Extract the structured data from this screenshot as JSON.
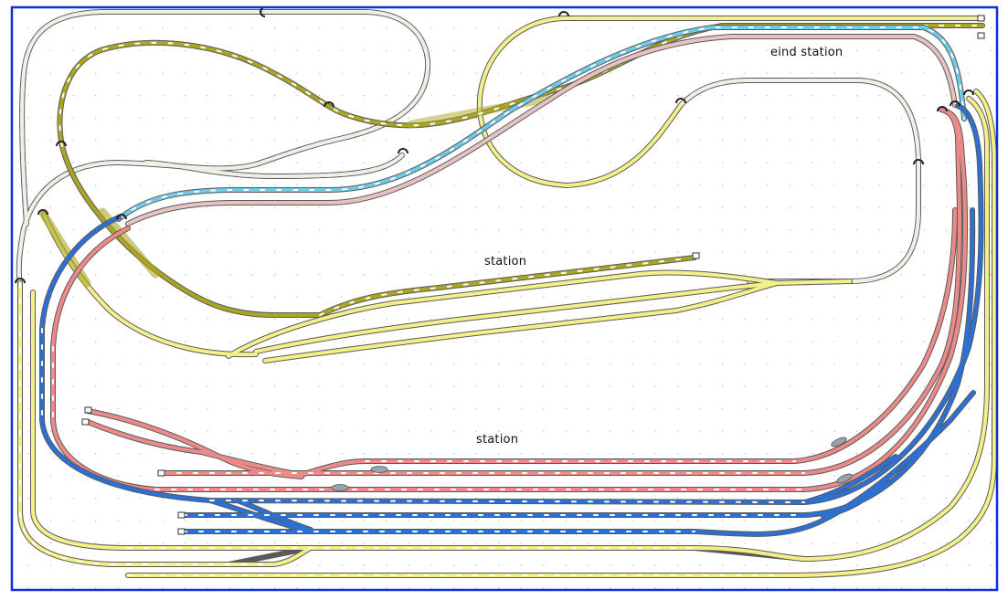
{
  "labels": {
    "eind_station": "eind station",
    "station_upper": "station",
    "station_lower": "station"
  },
  "colors": {
    "border": "#0d2fd6",
    "background": "#ffffff",
    "grid_dot": "#b8b8b8",
    "grey_track": "#efefe6",
    "yellow_track": "#f3f08a",
    "olive_track": "#aaa522",
    "cyan_track": "#6fc9e8",
    "pink_track": "#e6c2c2",
    "red_track": "#ec8a8a",
    "blue_track": "#2d70d4",
    "rail_edge": "#5a5a5a",
    "sleeper": "#ffffff"
  }
}
